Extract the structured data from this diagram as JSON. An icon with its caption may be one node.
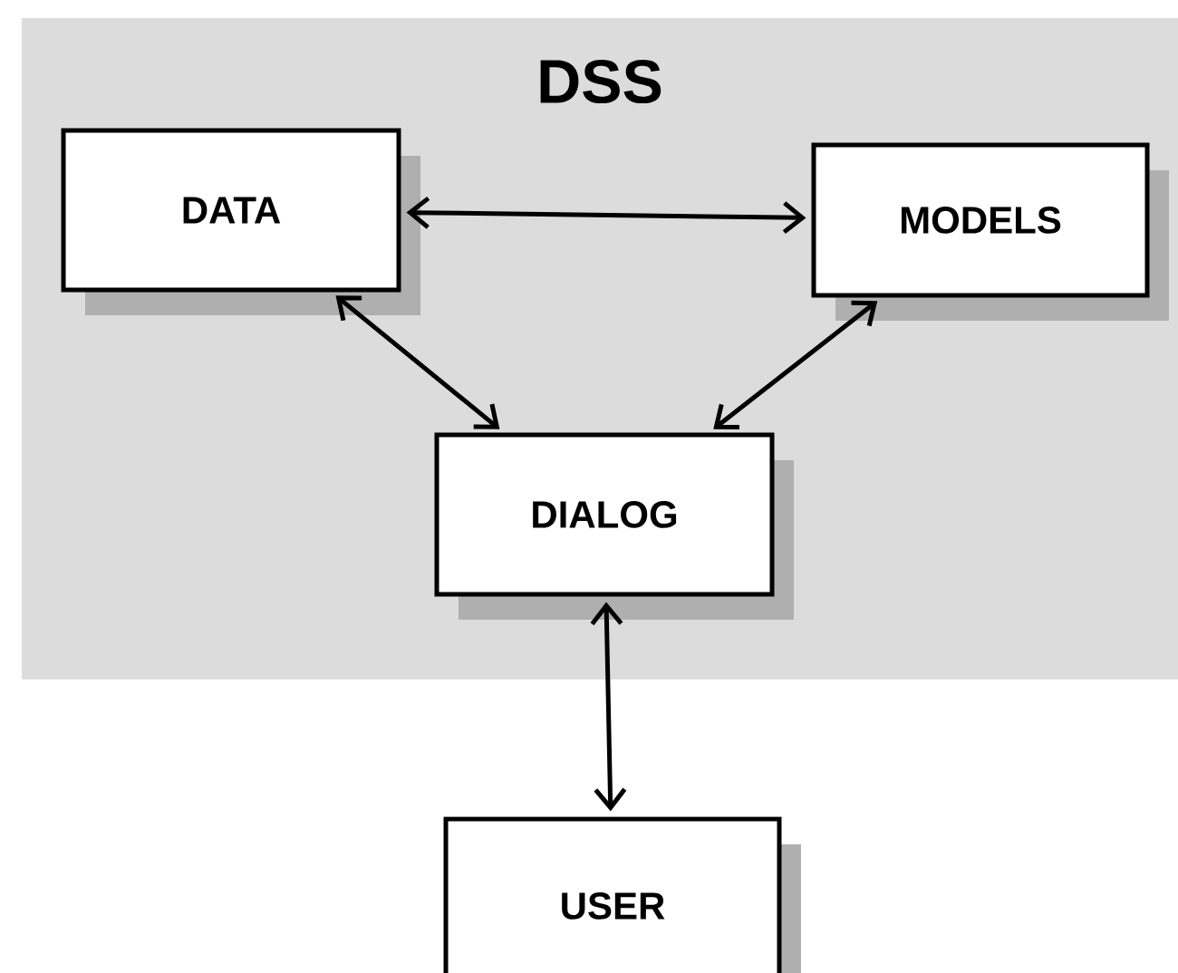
{
  "diagram": {
    "nodes": [
      {
        "text": [
          "DSS"
        ]
      },
      {
        "text": [
          "DATA"
        ],
        "in": 0
      },
      {
        "text": [
          "MODELS"
        ],
        "in": 0
      },
      {
        "text": [
          "DIALOG"
        ],
        "in": 0
      },
      {
        "text": [
          "USER"
        ]
      }
    ],
    "edges": [
      {
        "from": 1,
        "to": 2,
        "arrow": "both"
      },
      {
        "from": 1,
        "to": 3,
        "arrow": "both"
      },
      {
        "from": 2,
        "to": 3,
        "arrow": "both"
      },
      {
        "from": 3,
        "to": 4,
        "arrow": "both"
      }
    ]
  }
}
